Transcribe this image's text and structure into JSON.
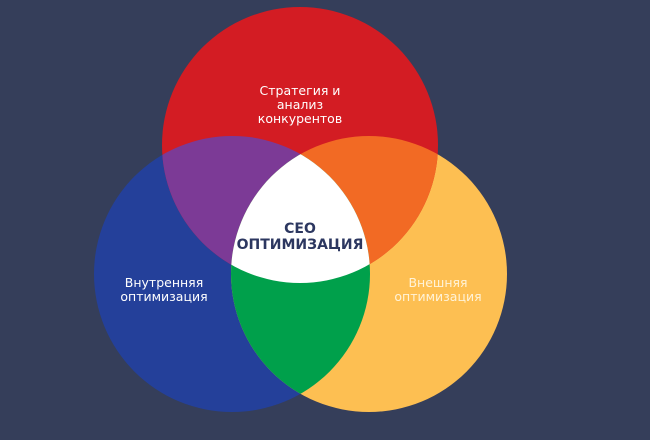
{
  "diagram": {
    "type": "venn",
    "background_color": "#353e5a",
    "center": {
      "label": "СЕО\nОПТИМИЗАЦИЯ",
      "color": "#ffffff",
      "text_color": "#2c3760"
    },
    "circles": [
      {
        "id": "strategy",
        "label": "Стратегия и\nанализ\nконкурентов",
        "color": "#d31c23"
      },
      {
        "id": "internal",
        "label": "Внутренняя\nоптимизация",
        "color": "#24409a"
      },
      {
        "id": "external",
        "label": "Внешняя\nоптимизация",
        "color": "#fdbf52"
      }
    ],
    "overlaps": [
      {
        "between": [
          "strategy",
          "internal"
        ],
        "color": "#7c3a96"
      },
      {
        "between": [
          "strategy",
          "external"
        ],
        "color": "#f26a24"
      },
      {
        "between": [
          "internal",
          "external"
        ],
        "color": "#00a04b"
      }
    ]
  }
}
